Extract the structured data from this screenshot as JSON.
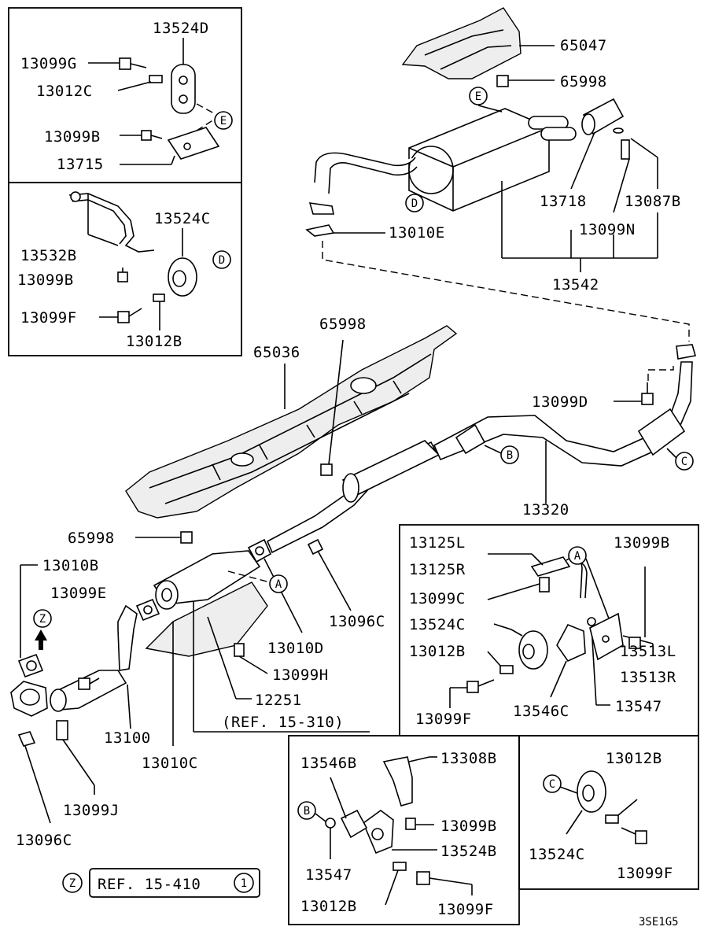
{
  "parts": {
    "p13524D": "13524D",
    "p13099G": "13099G",
    "p13012C": "13012C",
    "p13099B_a": "13099B",
    "p13715": "13715",
    "p13532B": "13532B",
    "p13524C_a": "13524C",
    "p13099B_b": "13099B",
    "p13099F_a": "13099F",
    "p13012B_a": "13012B",
    "p65047": "65047",
    "p65998_a": "65998",
    "p13718": "13718",
    "p13087B": "13087B",
    "p13099N": "13099N",
    "p13010E": "13010E",
    "p13542": "13542",
    "p65998_b": "65998",
    "p65036": "65036",
    "p13099D": "13099D",
    "p13320": "13320",
    "p65998_c": "65998",
    "p13010B": "13010B",
    "p13099E": "13099E",
    "p13010D": "13010D",
    "p13096C_a": "13096C",
    "p13099H": "13099H",
    "p12251": "12251",
    "ref15310": "(REF. 15-310)",
    "p13100": "13100",
    "p13010C": "13010C",
    "p13099J": "13099J",
    "p13096C_b": "13096C",
    "p13125L": "13125L",
    "p13125R": "13125R",
    "p13099C": "13099C",
    "p13524C_b": "13524C",
    "p13012B_b": "13012B",
    "p13099F_b": "13099F",
    "p13546C": "13546C",
    "p13547_a": "13547",
    "p13099B_c": "13099B",
    "p13513L": "13513L",
    "p13513R": "13513R",
    "p13546B": "13546B",
    "p13308B": "13308B",
    "p13099B_d": "13099B",
    "p13524B": "13524B",
    "p13547_b": "13547",
    "p13012B_c": "13012B",
    "p13099F_c": "13099F",
    "p13012B_d": "13012B",
    "p13524C_c": "13524C",
    "p13099F_d": "13099F"
  },
  "callouts": {
    "A": "A",
    "B": "B",
    "C": "C",
    "D": "D",
    "E": "E",
    "Z": "Z"
  },
  "footer": {
    "ref_prefix": "REF. 15-410",
    "ref_circle": "1",
    "code": "3SE1G5"
  }
}
